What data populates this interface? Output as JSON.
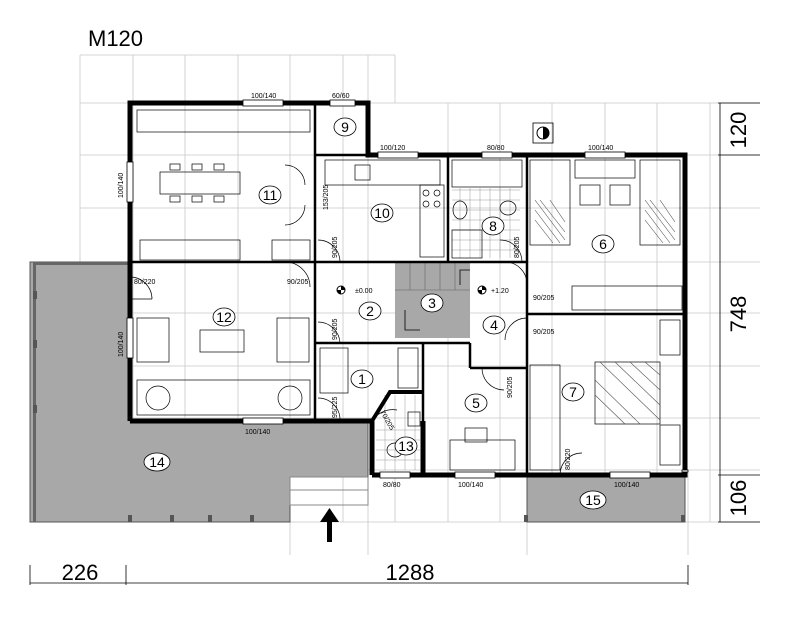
{
  "plan": {
    "title": "M120",
    "dims": {
      "left_width": "226",
      "main_width": "1288",
      "top_right": "120",
      "right_height": "748",
      "bottom_right": "106"
    },
    "rooms": [
      "1",
      "2",
      "3",
      "4",
      "5",
      "6",
      "7",
      "8",
      "9",
      "10",
      "11",
      "12",
      "13",
      "14",
      "15"
    ],
    "levels": {
      "room2": "±0.00",
      "room4": "+1.20"
    },
    "openings": {
      "w_top_11": "100/140",
      "w_9": "60/60",
      "w_10": "100/120",
      "w_8": "80/80",
      "w_6": "100/140",
      "w_11_left": "100/140",
      "d_11_10": "153/205",
      "d_10": "90/205",
      "d_8": "80/205",
      "d_12_left": "80/220",
      "d_12_right": "90/205",
      "w_12_left": "100/140",
      "d_2": "90/205",
      "d_6": "90/205",
      "d_7": "90/205",
      "d_5": "90/205",
      "d_13": "70/205",
      "d_entry": "95/225",
      "w_12_bottom": "100/140",
      "w_13_bottom": "80/80",
      "w_5_bottom": "100/140",
      "d_7_bottom": "80/220",
      "w_15": "100/140"
    }
  }
}
